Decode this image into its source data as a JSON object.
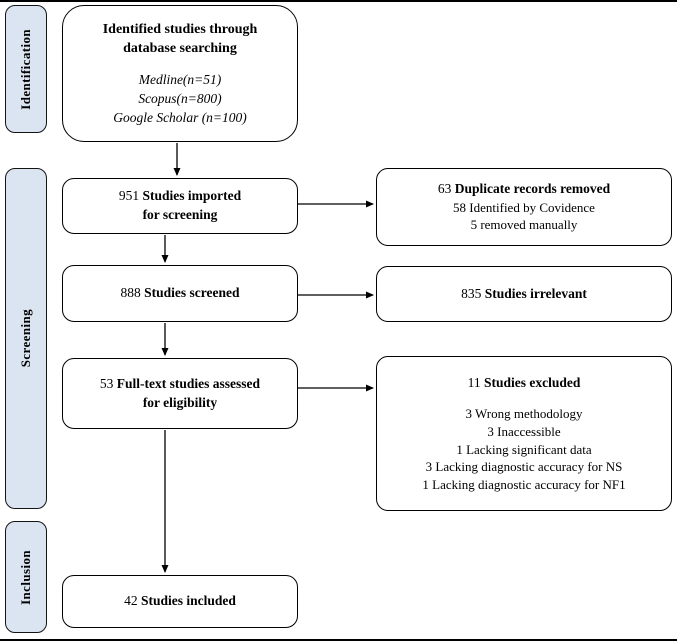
{
  "diagram": {
    "stages": [
      {
        "label": "Identification"
      },
      {
        "label": "Screening"
      },
      {
        "label": "Inclusion"
      }
    ],
    "boxes": {
      "identified": {
        "title_line1": "Identified studies through",
        "title_line2": "database searching",
        "sources": [
          "Medline(n=51)",
          "Scopus(n=800)",
          "Google Scholar (n=100)"
        ]
      },
      "imported": {
        "count": "951",
        "label_line1": "Studies imported",
        "label_line2": "for screening"
      },
      "duplicates": {
        "count": "63",
        "label": "Duplicate records removed",
        "details": [
          "58 Identified by Covidence",
          "5 removed manually"
        ]
      },
      "screened": {
        "count": "888",
        "label": "Studies screened"
      },
      "irrelevant": {
        "count": "835",
        "label": "Studies irrelevant"
      },
      "fulltext": {
        "count": "53",
        "label_line1": "Full-text studies assessed",
        "label_line2": "for eligibility"
      },
      "excluded": {
        "count": "11",
        "label": "Studies excluded",
        "reasons": [
          "3 Wrong methodology",
          "3 Inaccessible",
          "1 Lacking significant data",
          "3 Lacking diagnostic accuracy for NS",
          "1 Lacking diagnostic accuracy for NF1"
        ]
      },
      "included": {
        "count": "42",
        "label": "Studies included"
      }
    },
    "colors": {
      "stage_fill": "#dbe5f1",
      "box_fill": "#ffffff",
      "line": "#000000"
    }
  }
}
